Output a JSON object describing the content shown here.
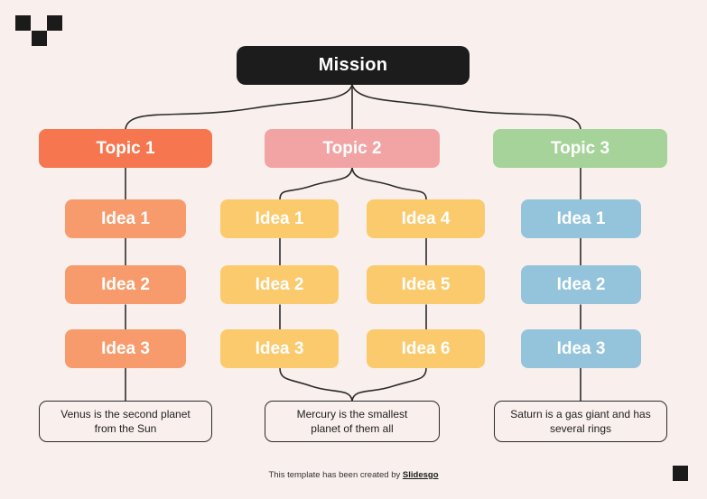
{
  "colors": {
    "bg": "#F9F0ED",
    "ink": "#1B1B1B",
    "mission-bg": "#1C1C1C",
    "topic1": "#F5764F",
    "idea1": "#F89B6C",
    "topic2": "#F2A4A4",
    "idea2": "#FACA6D",
    "topic3": "#A6D399",
    "idea3": "#93C4DC",
    "line": "#2B2B2B"
  },
  "mission": {
    "label": "Mission"
  },
  "topics": [
    {
      "label": "Topic 1",
      "ideas": [
        "Idea 1",
        "Idea 2",
        "Idea 3"
      ],
      "note": "Venus is the second planet\nfrom the Sun"
    },
    {
      "label": "Topic 2",
      "ideas_left": [
        "Idea 1",
        "Idea 2",
        "Idea 3"
      ],
      "ideas_right": [
        "Idea 4",
        "Idea 5",
        "Idea 6"
      ],
      "note": "Mercury is the smallest\nplanet of them all"
    },
    {
      "label": "Topic 3",
      "ideas": [
        "Idea 1",
        "Idea 2",
        "Idea 3"
      ],
      "note": "Saturn is a gas giant and has\nseveral rings"
    }
  ],
  "footer": {
    "prefix": "This template has been created by ",
    "brand": "Slidesgo"
  }
}
